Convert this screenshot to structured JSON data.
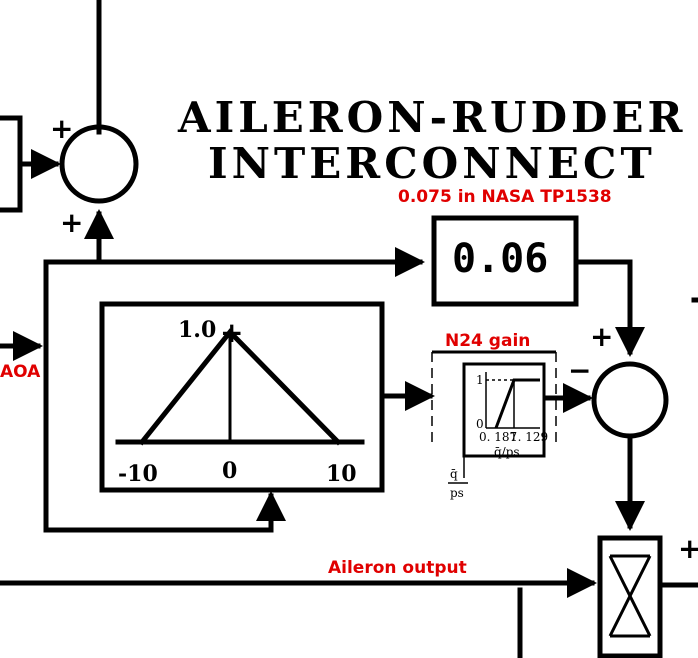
{
  "title": {
    "line1": "AILERON-RUDDER",
    "line2": "INTERCONNECT"
  },
  "notes": {
    "nasa": "0.075 in NASA TP1538",
    "n24": "N24 gain",
    "aoa": "AOA",
    "aileron_output": "Aileron output"
  },
  "gain_block": {
    "value": "0.06"
  },
  "aoa_schedule": {
    "peak_label": "1.0",
    "x_labels": [
      "-10",
      "0",
      "10"
    ]
  },
  "n24_schedule": {
    "y_top": "1",
    "y_bottom": "0",
    "x_left": "0. 187",
    "x_right": "1. 129",
    "x_axis_label": "q̄/ps",
    "input_label_num": "q̄",
    "input_label_den": "ps"
  },
  "signs": {
    "top_summer_left": "+",
    "top_summer_bottom": "+",
    "right_summer_top": "+",
    "right_summer_left": "−",
    "multiplier_right": "+"
  },
  "colors": {
    "annotation": "#e00000",
    "line": "#000000"
  }
}
